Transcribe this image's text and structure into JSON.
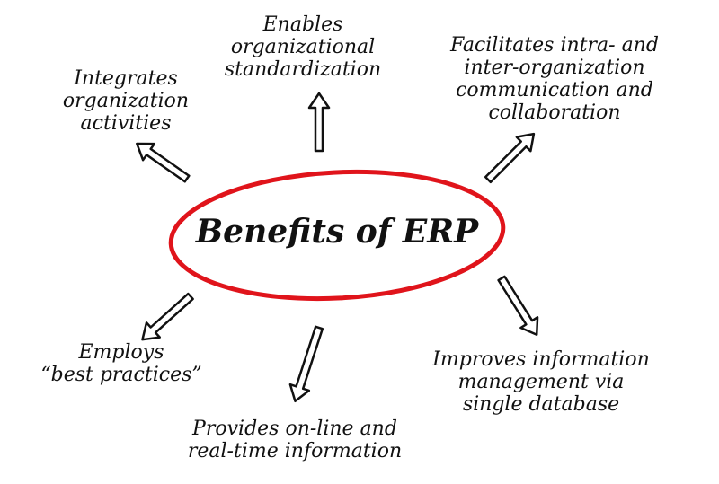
{
  "diagram": {
    "center_label": "Benefits of ERP",
    "center_color": "#e0141b",
    "benefits": [
      {
        "id": "integrates",
        "lines": [
          "Integrates",
          "organization",
          "activities"
        ]
      },
      {
        "id": "standardization",
        "lines": [
          "Enables",
          "organizational",
          "standardization"
        ]
      },
      {
        "id": "communication",
        "lines": [
          "Facilitates intra- and",
          "inter-organization",
          "communication and",
          "collaboration"
        ]
      },
      {
        "id": "best-practices",
        "lines": [
          "Employs",
          "“best practices”"
        ]
      },
      {
        "id": "real-time",
        "lines": [
          "Provides on-line and",
          "real-time information"
        ]
      },
      {
        "id": "information-management",
        "lines": [
          "Improves information",
          "management via",
          "single database"
        ]
      }
    ]
  }
}
